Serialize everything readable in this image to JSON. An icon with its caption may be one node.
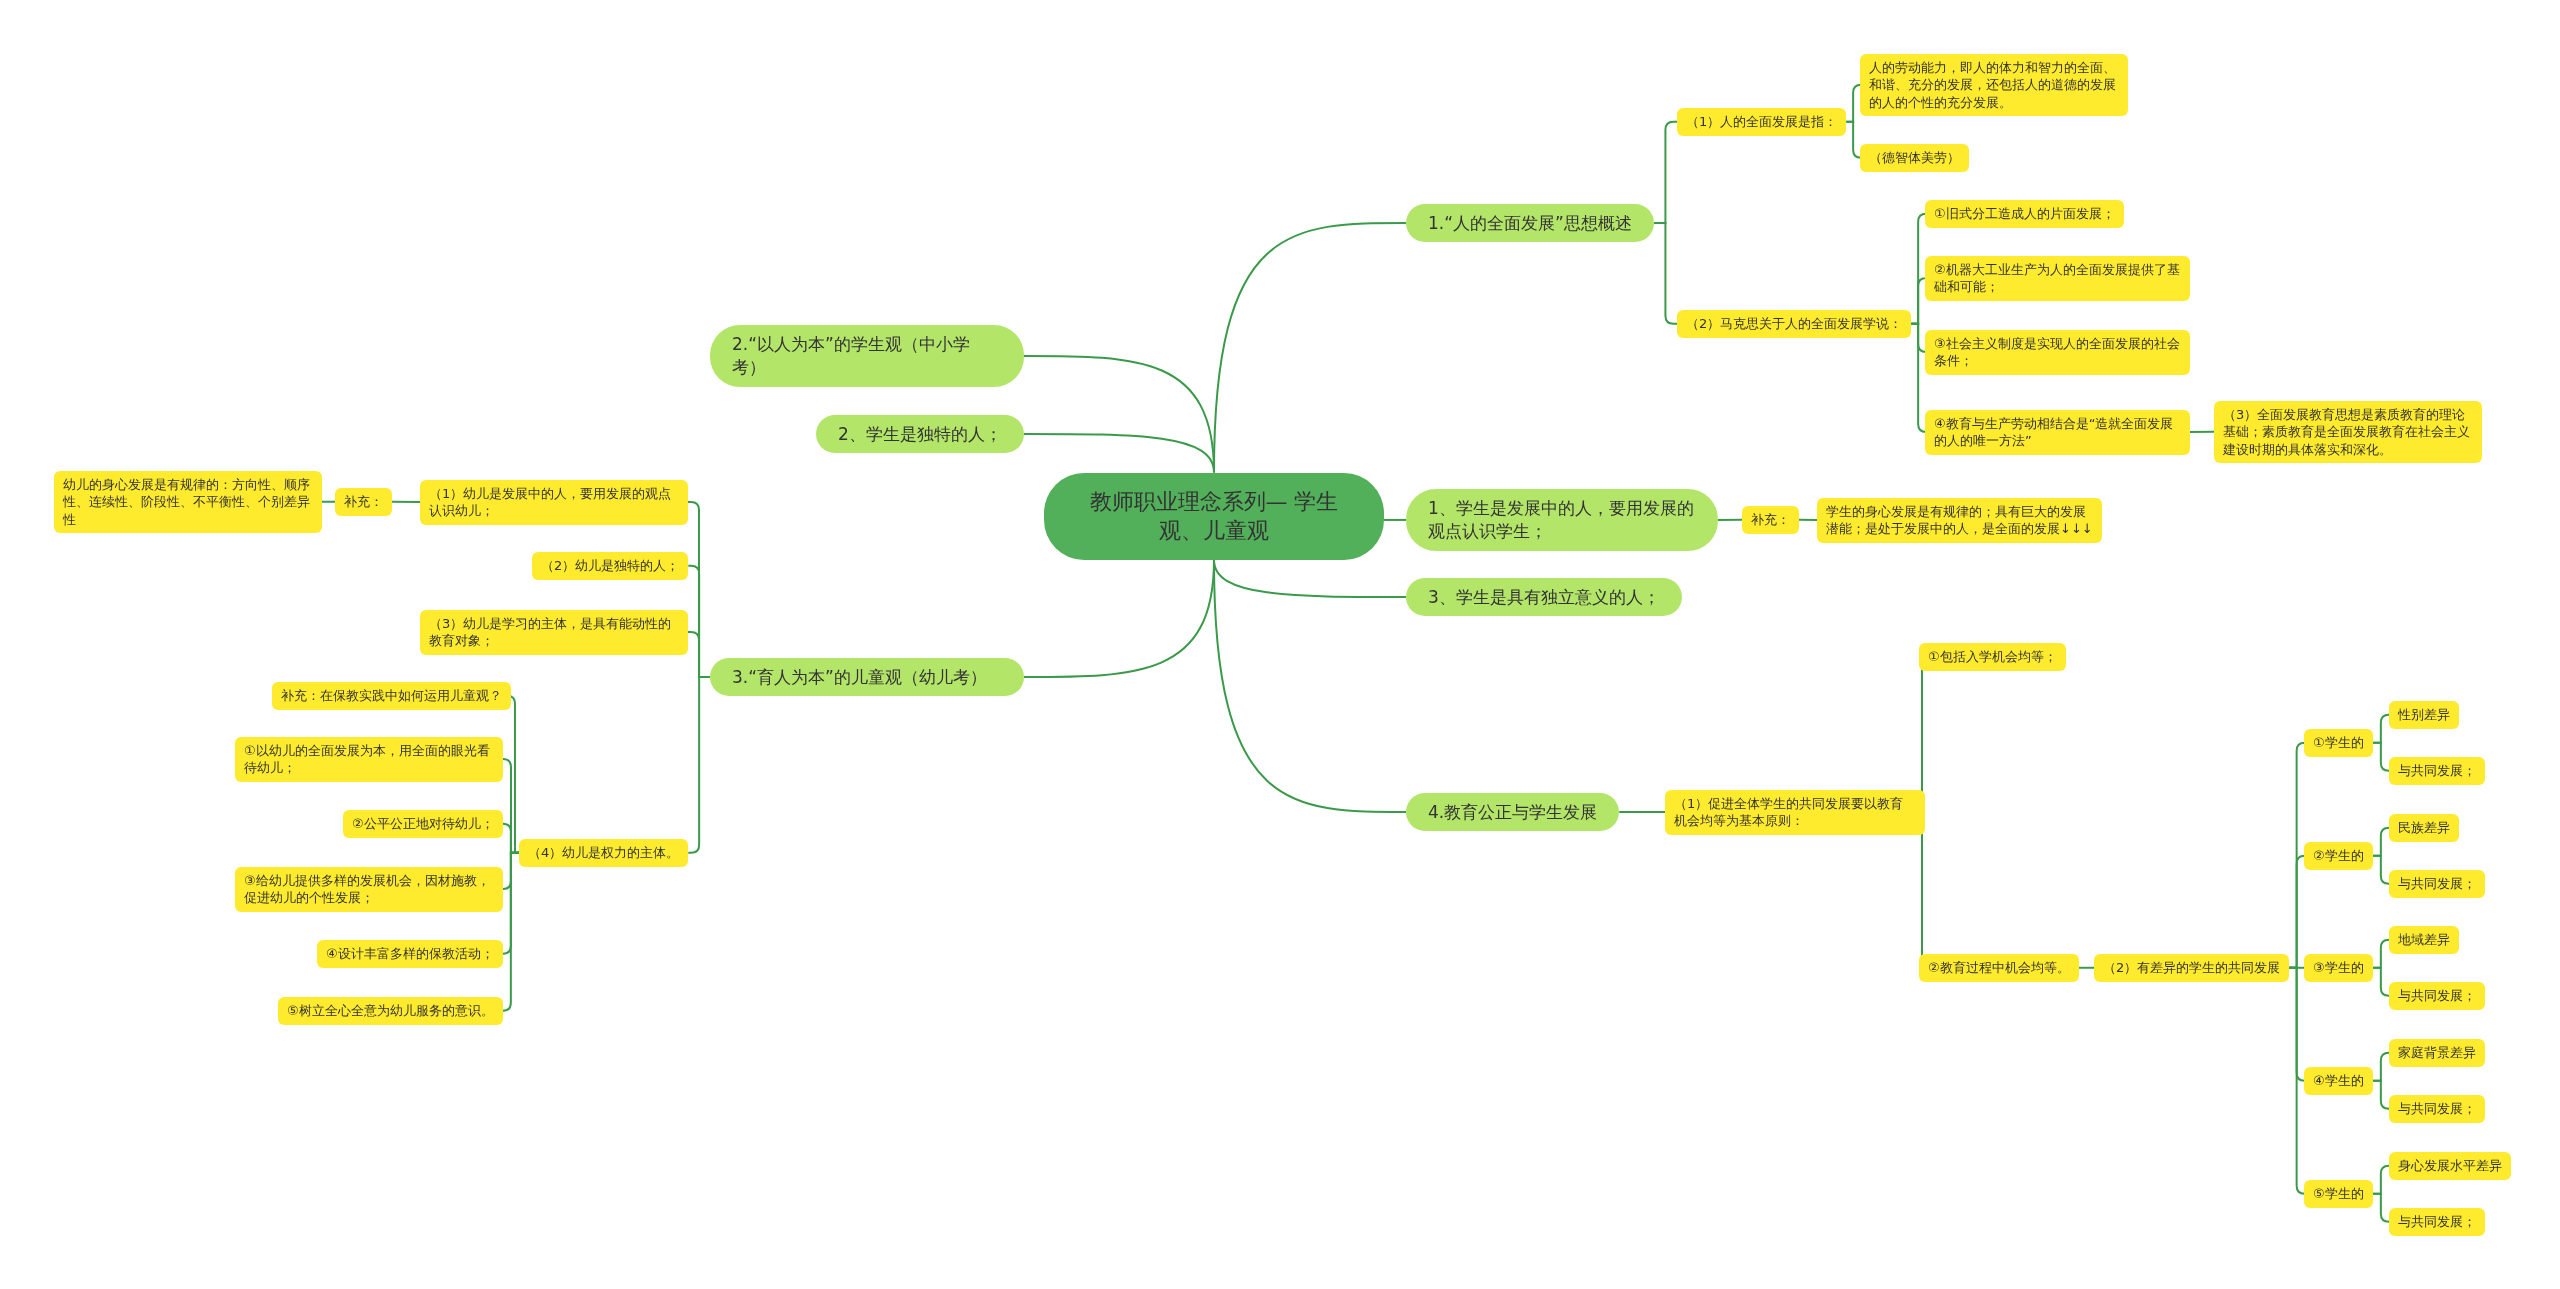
{
  "diagram": {
    "nodes": [
      {
        "text": [
          "教师职业理念系列— 学生观、儿童观"
        ]
      },
      {
        "text": [
          "1.“人的全面发展”思想概述"
        ]
      },
      {
        "text": [
          "（1）人的全面发展是指："
        ]
      },
      {
        "text": [
          "人的劳动能力，即人的体力和智力的全面、和谐、充分的发展，还包括人的道德的发展的人的个性的充分发展。"
        ]
      },
      {
        "text": [
          "（德智体美劳）"
        ]
      },
      {
        "text": [
          "（2）马克思关于人的全面发展学说："
        ]
      },
      {
        "text": [
          "①旧式分工造成人的片面发展；"
        ]
      },
      {
        "text": [
          "②机器大工业生产为人的全面发展提供了基础和可能；"
        ]
      },
      {
        "text": [
          "③社会主义制度是实现人的全面发展的社会条件；"
        ]
      },
      {
        "text": [
          "④教育与生产劳动相结合是“造就全面发展的人的唯一方法”"
        ]
      },
      {
        "text": [
          "（3）全面发展教育思想是素质教育的理论基础；素质教育是全面发展教育在社会主义建设时期的具体落实和深化。"
        ]
      },
      {
        "text": [
          "1、学生是发展中的人，要用发展的观点认识学生；"
        ]
      },
      {
        "text": [
          "补充："
        ]
      },
      {
        "text": [
          "学生的身心发展是有规律的；具有巨大的发展潜能；是处于发展中的人，是全面的发展↓↓↓"
        ]
      },
      {
        "text": [
          "3、学生是具有独立意义的人；"
        ]
      },
      {
        "text": [
          "4.教育公正与学生发展"
        ]
      },
      {
        "text": [
          "（1）促进全体学生的共同发展要以教育机会均等为基本原则："
        ]
      },
      {
        "text": [
          "①包括入学机会均等；"
        ]
      },
      {
        "text": [
          "②教育过程中机会均等。"
        ]
      },
      {
        "text": [
          "（2）有差异的学生的共同发展"
        ]
      },
      {
        "text": [
          "①学生的"
        ]
      },
      {
        "text": [
          "性别差异"
        ]
      },
      {
        "text": [
          "与共同发展；"
        ]
      },
      {
        "text": [
          "②学生的"
        ]
      },
      {
        "text": [
          "民族差异"
        ]
      },
      {
        "text": [
          "与共同发展；"
        ]
      },
      {
        "text": [
          "③学生的"
        ]
      },
      {
        "text": [
          "地域差异"
        ]
      },
      {
        "text": [
          "与共同发展；"
        ]
      },
      {
        "text": [
          "④学生的"
        ]
      },
      {
        "text": [
          "家庭背景差异"
        ]
      },
      {
        "text": [
          "与共同发展；"
        ]
      },
      {
        "text": [
          "⑤学生的"
        ]
      },
      {
        "text": [
          "身心发展水平差异"
        ]
      },
      {
        "text": [
          "与共同发展；"
        ]
      },
      {
        "text": [
          "2.“以人为本”的学生观（中小学考）"
        ]
      },
      {
        "text": [
          "2、学生是独特的人；"
        ]
      },
      {
        "text": [
          "3.“育人为本”的儿童观（幼儿考）"
        ]
      },
      {
        "text": [
          "（1）幼儿是发展中的人，要用发展的观点认识幼儿；"
        ]
      },
      {
        "text": [
          "补充："
        ]
      },
      {
        "text": [
          "幼儿的身心发展是有规律的：方向性、顺序性、连续性、阶段性、不平衡性、个别差异性"
        ]
      },
      {
        "text": [
          "（2）幼儿是独特的人；"
        ]
      },
      {
        "text": [
          "（3）幼儿是学习的主体，是具有能动性的教育对象；"
        ]
      },
      {
        "text": [
          "（4）幼儿是权力的主体。"
        ]
      },
      {
        "text": [
          "补充：在保教实践中如何运用儿童观？"
        ]
      },
      {
        "text": [
          "①以幼儿的全面发展为本，用全面的眼光看待幼儿；"
        ]
      },
      {
        "text": [
          "②公平公正地对待幼儿；"
        ]
      },
      {
        "text": [
          "③给幼儿提供多样的发展机会，因材施教，促进幼儿的个性发展；"
        ]
      },
      {
        "text": [
          "④设计丰富多样的保教活动；"
        ]
      },
      {
        "text": [
          "⑤树立全心全意为幼儿服务的意识。"
        ]
      }
    ],
    "edges": [
      {
        "from": 0,
        "to": 1,
        "arrow": "none"
      },
      {
        "from": 1,
        "to": 2,
        "arrow": "none"
      },
      {
        "from": 2,
        "to": 3,
        "arrow": "none"
      },
      {
        "from": 2,
        "to": 4,
        "arrow": "none"
      },
      {
        "from": 1,
        "to": 5,
        "arrow": "none"
      },
      {
        "from": 5,
        "to": 6,
        "arrow": "none"
      },
      {
        "from": 5,
        "to": 7,
        "arrow": "none"
      },
      {
        "from": 5,
        "to": 8,
        "arrow": "none"
      },
      {
        "from": 5,
        "to": 9,
        "arrow": "none"
      },
      {
        "from": 9,
        "to": 10,
        "arrow": "none"
      },
      {
        "from": 0,
        "to": 11,
        "arrow": "none"
      },
      {
        "from": 11,
        "to": 12,
        "arrow": "none"
      },
      {
        "from": 12,
        "to": 13,
        "arrow": "none"
      },
      {
        "from": 0,
        "to": 14,
        "arrow": "none"
      },
      {
        "from": 0,
        "to": 15,
        "arrow": "none"
      },
      {
        "from": 15,
        "to": 16,
        "arrow": "none"
      },
      {
        "from": 16,
        "to": 17,
        "arrow": "none"
      },
      {
        "from": 16,
        "to": 18,
        "arrow": "none"
      },
      {
        "from": 18,
        "to": 19,
        "arrow": "none"
      },
      {
        "from": 19,
        "to": 20,
        "arrow": "none"
      },
      {
        "from": 20,
        "to": 21,
        "arrow": "none"
      },
      {
        "from": 20,
        "to": 22,
        "arrow": "none"
      },
      {
        "from": 19,
        "to": 23,
        "arrow": "none"
      },
      {
        "from": 23,
        "to": 24,
        "arrow": "none"
      },
      {
        "from": 23,
        "to": 25,
        "arrow": "none"
      },
      {
        "from": 19,
        "to": 26,
        "arrow": "none"
      },
      {
        "from": 26,
        "to": 27,
        "arrow": "none"
      },
      {
        "from": 26,
        "to": 28,
        "arrow": "none"
      },
      {
        "from": 19,
        "to": 29,
        "arrow": "none"
      },
      {
        "from": 29,
        "to": 30,
        "arrow": "none"
      },
      {
        "from": 29,
        "to": 31,
        "arrow": "none"
      },
      {
        "from": 19,
        "to": 32,
        "arrow": "none"
      },
      {
        "from": 32,
        "to": 33,
        "arrow": "none"
      },
      {
        "from": 32,
        "to": 34,
        "arrow": "none"
      },
      {
        "from": 0,
        "to": 35,
        "arrow": "none"
      },
      {
        "from": 0,
        "to": 36,
        "arrow": "none"
      },
      {
        "from": 0,
        "to": 37,
        "arrow": "none"
      },
      {
        "from": 37,
        "to": 38,
        "arrow": "none"
      },
      {
        "from": 38,
        "to": 39,
        "arrow": "none"
      },
      {
        "from": 39,
        "to": 40,
        "arrow": "none"
      },
      {
        "from": 37,
        "to": 41,
        "arrow": "none"
      },
      {
        "from": 37,
        "to": 42,
        "arrow": "none"
      },
      {
        "from": 37,
        "to": 43,
        "arrow": "none"
      },
      {
        "from": 43,
        "to": 44,
        "arrow": "none"
      },
      {
        "from": 43,
        "to": 45,
        "arrow": "none"
      },
      {
        "from": 43,
        "to": 46,
        "arrow": "none"
      },
      {
        "from": 43,
        "to": 47,
        "arrow": "none"
      },
      {
        "from": 43,
        "to": 48,
        "arrow": "none"
      },
      {
        "from": 43,
        "to": 49,
        "arrow": "none"
      }
    ]
  }
}
